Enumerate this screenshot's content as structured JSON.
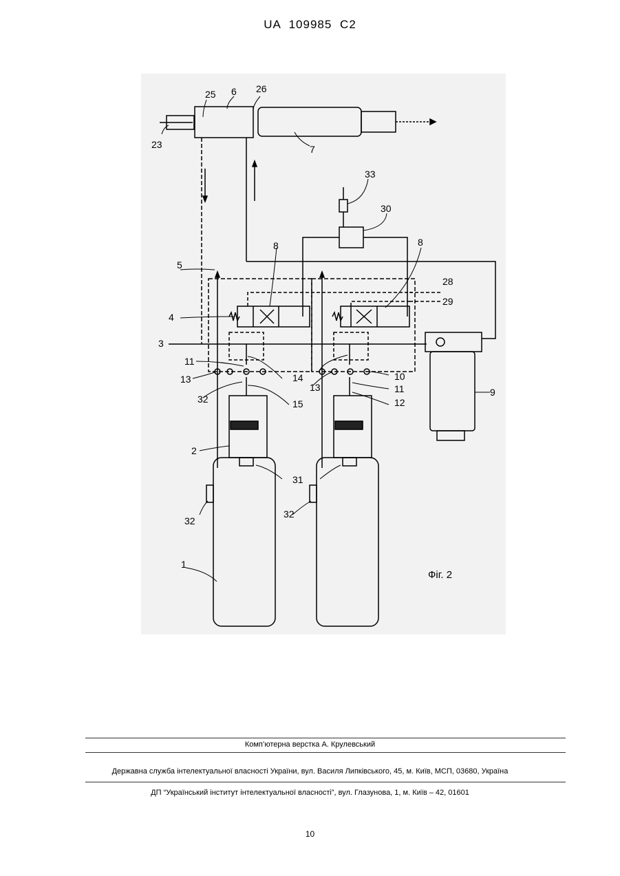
{
  "header": {
    "doc_id": "UA   109985   C2"
  },
  "figure": {
    "caption": "Фіг. 2",
    "labels": {
      "l1": "1",
      "l2": "2",
      "l3": "3",
      "l4": "4",
      "l5": "5",
      "l6": "6",
      "l7": "7",
      "l8a": "8",
      "l8b": "8",
      "l9": "9",
      "l10": "10",
      "l11a": "11",
      "l11b": "11",
      "l12": "12",
      "l13a": "13",
      "l13b": "13",
      "l14": "14",
      "l15": "15",
      "l23": "23",
      "l25": "25",
      "l26": "26",
      "l28": "28",
      "l29": "29",
      "l30": "30",
      "l31": "31",
      "l32a": "32",
      "l32b": "32",
      "l32c": "32",
      "l33": "33"
    }
  },
  "footer": {
    "layout_credit": "Комп’ютерна верстка А. Крулевський",
    "service": "Державна служба інтелектуальної власності України, вул. Василя Липківського, 45, м. Київ, МСП, 03680, Україна",
    "institute": "ДП “Український інститут інтелектуальної власності”, вул. Глазунова, 1, м. Київ – 42, 01601",
    "page_number": "10"
  }
}
